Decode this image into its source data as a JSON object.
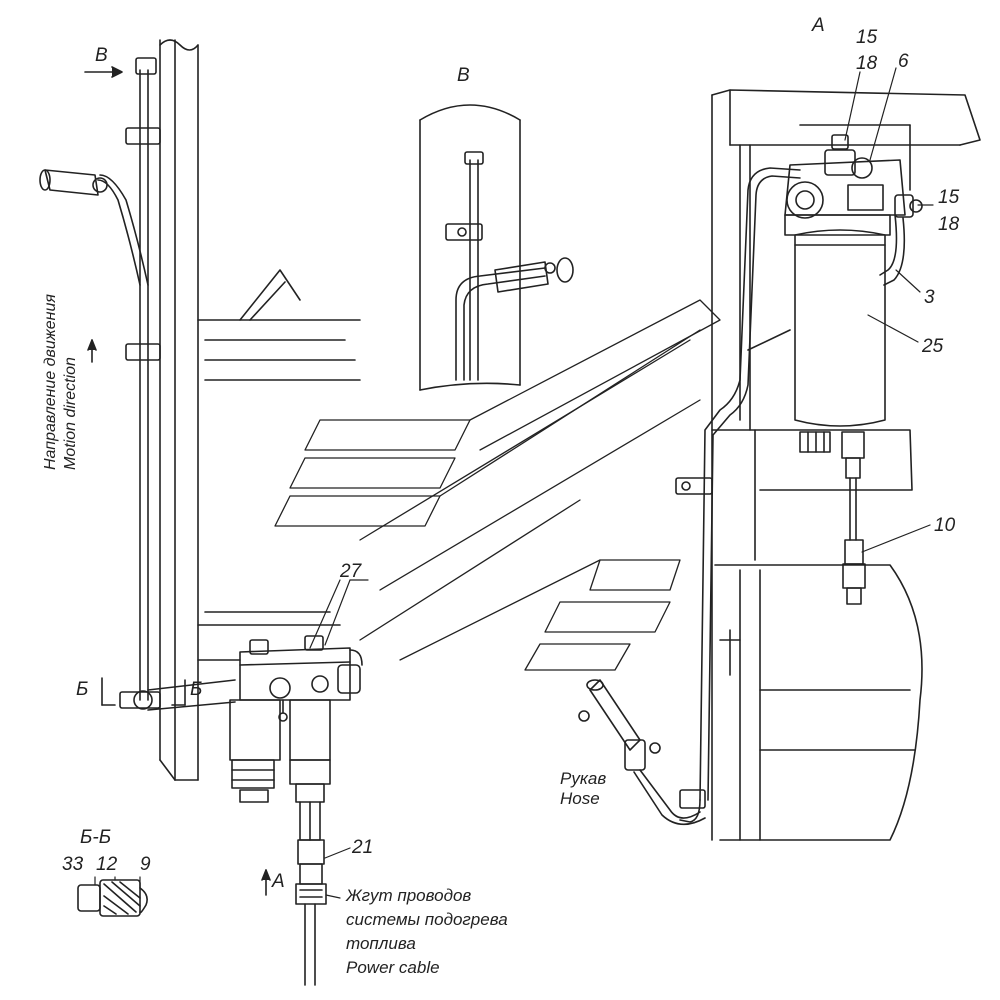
{
  "views": {
    "view_a": "А",
    "view_b_arrow": "В",
    "view_b_title": "В",
    "section_mark": "Б",
    "section_mark_2": "Б",
    "section_title": "Б-Б",
    "arrow_a": "А"
  },
  "direction": {
    "ru": "Направление движения",
    "en": "Motion direction"
  },
  "callouts": {
    "c15_top": "15",
    "c18_top": "18",
    "c6": "6",
    "c15_right": "15",
    "c18_right": "18",
    "c3": "3",
    "c25": "25",
    "c10": "10",
    "c27": "27",
    "c21": "21",
    "c33": "33",
    "c12": "12",
    "c9": "9"
  },
  "captions": {
    "hose_ru": "Рукав",
    "hose_en": "Hose",
    "cable_ru_1": "Жгут проводов",
    "cable_ru_2": "системы подогрева",
    "cable_ru_3": "топлива",
    "cable_en": "Power cable"
  }
}
